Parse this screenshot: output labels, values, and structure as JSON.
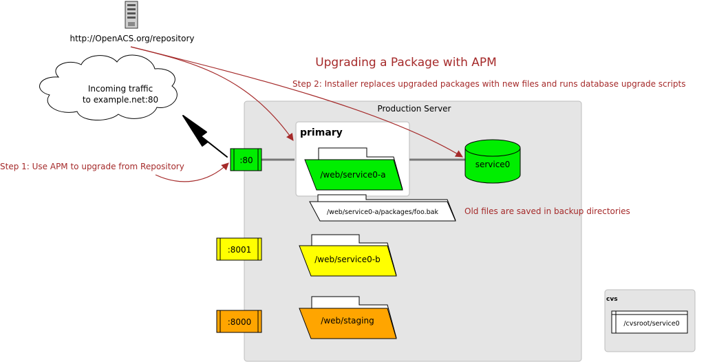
{
  "title": "Upgrading a Package with APM",
  "repository": {
    "label": "http://OpenACS.org/repository",
    "icon": "server-tower-icon"
  },
  "cloud": {
    "line1": "Incoming traffic",
    "line2": "to example.net:80"
  },
  "step1": "Step 1: Use APM to upgrade from Repository",
  "step2": "Step 2: Installer replaces upgraded packages with new files and runs database upgrade scripts",
  "production_server": {
    "label": "Production Server"
  },
  "primary": {
    "label": "primary"
  },
  "ports": [
    {
      "label": ":80",
      "color": "#00ee00"
    },
    {
      "label": ":8001",
      "color": "#ffff00"
    },
    {
      "label": ":8000",
      "color": "#ffa500"
    }
  ],
  "folders": {
    "service0a": {
      "label": "/web/service0-a",
      "color": "#00ee00"
    },
    "service0b": {
      "label": "/web/service0-b",
      "color": "#ffff00"
    },
    "staging": {
      "label": "/web/staging",
      "color": "#ffa500"
    }
  },
  "backup": {
    "label": "/web/service0-a/packages/foo.bak",
    "note": "Old files are saved in backup directories"
  },
  "database": {
    "label": "service0",
    "color": "#00ee00"
  },
  "cvs": {
    "label": "cvs",
    "item": "/cvsroot/service0"
  },
  "colors": {
    "accent": "#a52a2a",
    "panel": "#e5e5e5"
  }
}
